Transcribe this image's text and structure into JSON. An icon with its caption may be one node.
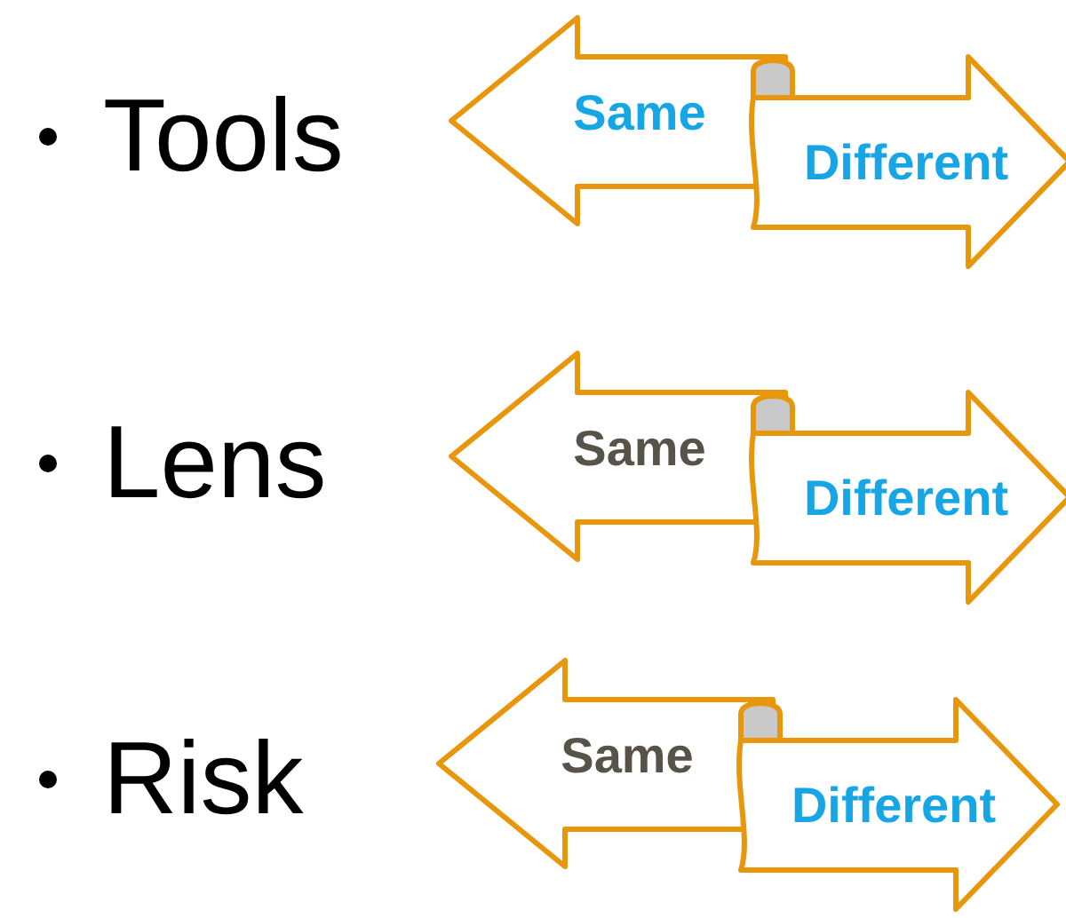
{
  "diagram": {
    "nodes": [
      {
        "text": [
          "Same"
        ]
      },
      {
        "text": [
          "Different"
        ]
      },
      {
        "text": [
          "Same"
        ]
      },
      {
        "text": [
          "Different"
        ]
      },
      {
        "text": [
          "Same"
        ]
      },
      {
        "text": [
          "Different"
        ]
      }
    ],
    "labels": [
      "Tools",
      "Lens",
      "Risk"
    ]
  }
}
